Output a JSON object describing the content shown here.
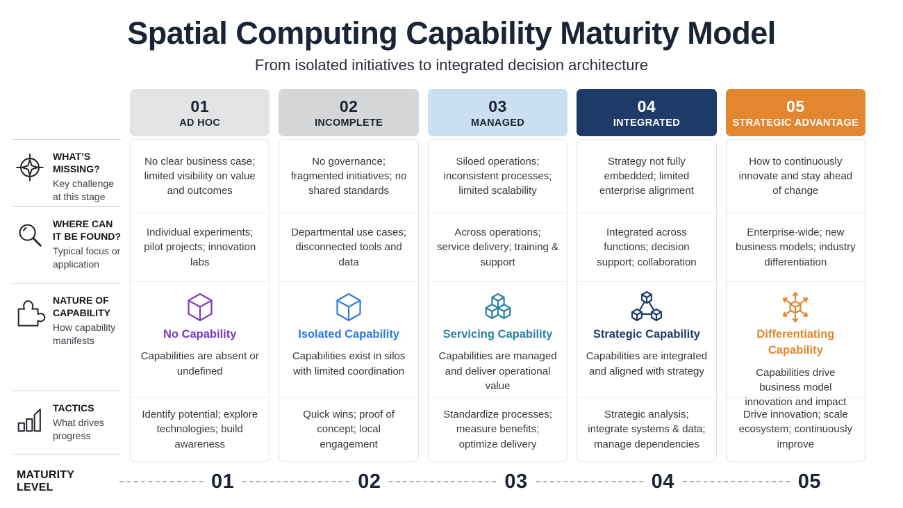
{
  "title": "Spatial Computing Capability Maturity Model",
  "subtitle": "From isolated initiatives to integrated decision architecture",
  "sidebar": {
    "rows": [
      {
        "icon": "compass-icon",
        "label": "WHAT’S MISSING?",
        "sublabel": "Key challenge at this stage"
      },
      {
        "icon": "magnifier-icon",
        "label": "WHERE CAN IT BE FOUND?",
        "sublabel": "Typical focus or application"
      },
      {
        "icon": "puzzle-icon",
        "label": "NATURE OF CAPABILITY",
        "sublabel": "How capability manifests"
      },
      {
        "icon": "bar-chart-icon",
        "label": "TACTICS",
        "sublabel": "What drives progress"
      }
    ],
    "footer_label": "MATURITY LEVEL"
  },
  "columns": [
    {
      "number": "01",
      "name": "AD HOC",
      "header_bg": "#e3e4e6",
      "header_text": "#1b2230",
      "missing": "No clear business case; limited visibility on value and outcomes",
      "found": "Individual experiments; pilot projects; innovation labs",
      "capability": {
        "icon": "cube-icon",
        "color": "#7a3bc2",
        "name": "No Capability",
        "desc": "Capabilities are absent or undefined"
      },
      "tactics": "Identify potential; explore technologies; build awareness"
    },
    {
      "number": "02",
      "name": "INCOMPLETE",
      "header_bg": "#d4d6d8",
      "header_text": "#1b2230",
      "missing": "No governance; fragmented initiatives; no shared standards",
      "found": "Departmental use cases; disconnected tools and data",
      "capability": {
        "icon": "cube-icon",
        "color": "#2a7ae0",
        "name": "Isolated Capability",
        "desc": "Capabilities exist in silos with limited coordination"
      },
      "tactics": "Quick wins; proof of concept; local engagement"
    },
    {
      "number": "03",
      "name": "MANAGED",
      "header_bg": "#cbdff2",
      "header_text": "#1b2230",
      "missing": "Siloed operations; inconsistent processes; limited scalability",
      "found": "Across operations; service delivery; training & support",
      "capability": {
        "icon": "stacked-cubes-icon",
        "color": "#2b80a8",
        "name": "Servicing Capability",
        "desc": "Capabilities are managed and deliver operational value"
      },
      "tactics": "Standardize processes; measure benefits; optimize delivery"
    },
    {
      "number": "04",
      "name": "INTEGRATED",
      "header_bg": "#1e3a68",
      "header_text": "#ffffff",
      "missing": "Strategy not fully embedded; limited enterprise alignment",
      "found": "Integrated across functions; decision support; collaboration",
      "capability": {
        "icon": "linked-cubes-icon",
        "color": "#1e3a68",
        "name": "Strategic Capability",
        "desc": "Capabilities are integrated and aligned with strategy"
      },
      "tactics": "Strategic analysis; integrate systems & data; manage dependencies"
    },
    {
      "number": "05",
      "name": "STRATEGIC ADVANTAGE",
      "header_bg": "#e2862f",
      "header_text": "#ffffff",
      "missing": "How to continuously innovate and stay ahead of change",
      "found": "Enterprise-wide; new business models; industry differentiation",
      "capability": {
        "icon": "radiating-cube-icon",
        "color": "#e2862f",
        "name": "Differentiating Capability",
        "desc": "Capabilities drive business model innovation and impact"
      },
      "tactics": "Drive innovation; scale ecosystem; continuously improve"
    }
  ],
  "levels": [
    "01",
    "02",
    "03",
    "04",
    "05"
  ]
}
